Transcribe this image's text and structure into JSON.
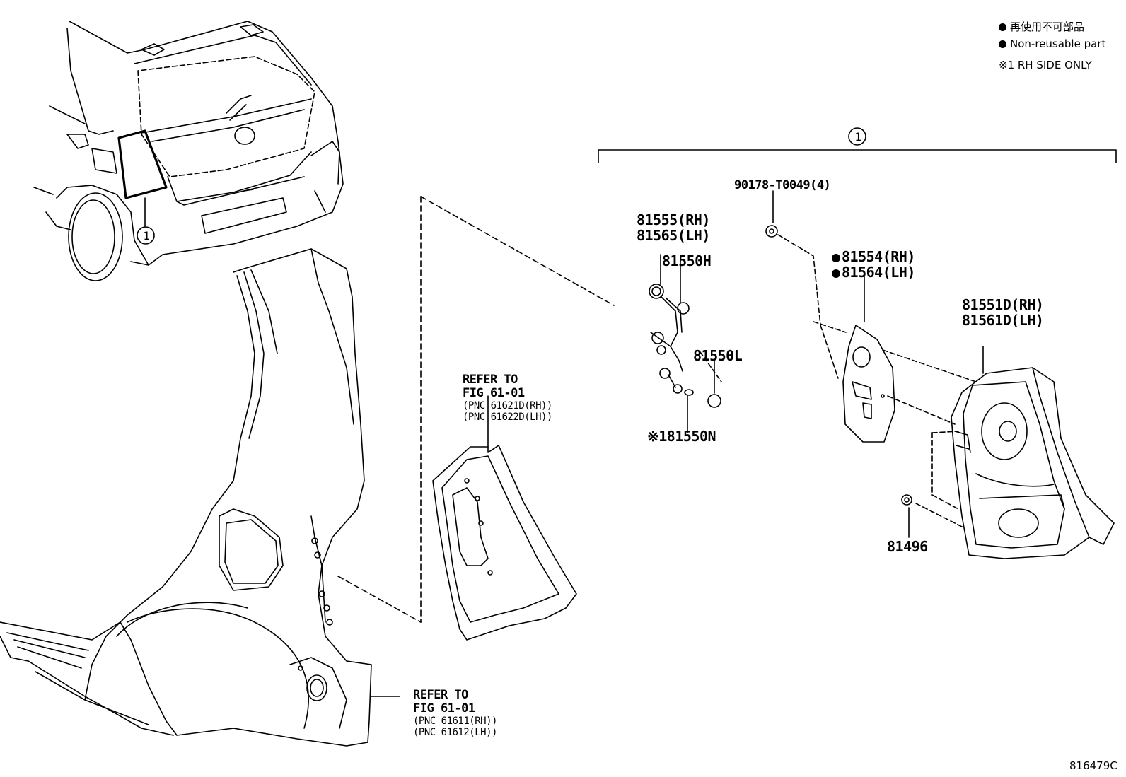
{
  "legend": {
    "item1": "再使用不可部品",
    "item2": "Non-reusable part",
    "item3": "※1 RH SIDE ONLY"
  },
  "callout": "1",
  "parts": {
    "p90178": "90178-T0049(4)",
    "p81555": "81555(RH)",
    "p81565": "81565(LH)",
    "p81550h": "81550H",
    "p81550l": "81550L",
    "p81550n": "※181550N",
    "p81554": "81554(RH)",
    "p81564": "81564(LH)",
    "p81551d": "81551D(RH)",
    "p81561d": "81561D(LH)",
    "p81496": "81496"
  },
  "refer_upper": {
    "line1": "REFER TO",
    "line2": "FIG 61-01",
    "line3": "(PNC 61621D(RH))",
    "line4": "(PNC 61622D(LH))"
  },
  "refer_lower": {
    "line1": "REFER TO",
    "line2": "FIG 61-01",
    "line3": "(PNC 61611(RH))",
    "line4": "(PNC 61612(LH))"
  },
  "diagram_id": "816479C"
}
